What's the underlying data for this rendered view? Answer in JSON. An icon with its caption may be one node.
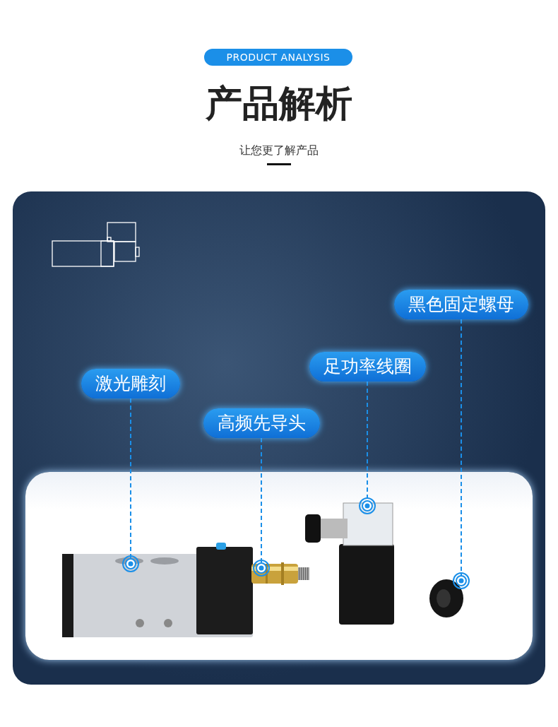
{
  "diagram": {
    "title": "产品解析",
    "nodes": [
      {
        "text": [
          "激光雕刻"
        ]
      },
      {
        "text": [
          "高频先导头"
        ]
      },
      {
        "text": [
          "足功率线圈"
        ]
      },
      {
        "text": [
          "黑色固定螺母"
        ]
      },
      {
        "text": [],
        "shape": "picture"
      },
      {
        "text": [],
        "shape": "picture"
      },
      {
        "text": [],
        "shape": "picture"
      },
      {
        "text": [],
        "shape": "picture"
      }
    ],
    "edges": [
      {
        "from": 0,
        "to": 4,
        "arrow": "other",
        "style": "dashed"
      },
      {
        "from": 1,
        "to": 5,
        "arrow": "other",
        "style": "dashed"
      },
      {
        "from": 2,
        "to": 6,
        "arrow": "other",
        "style": "dashed"
      },
      {
        "from": 3,
        "to": 7,
        "arrow": "other",
        "style": "dashed"
      }
    ],
    "labels": [
      "PRODUCT ANALYSIS",
      "让您更了解产品"
    ]
  }
}
